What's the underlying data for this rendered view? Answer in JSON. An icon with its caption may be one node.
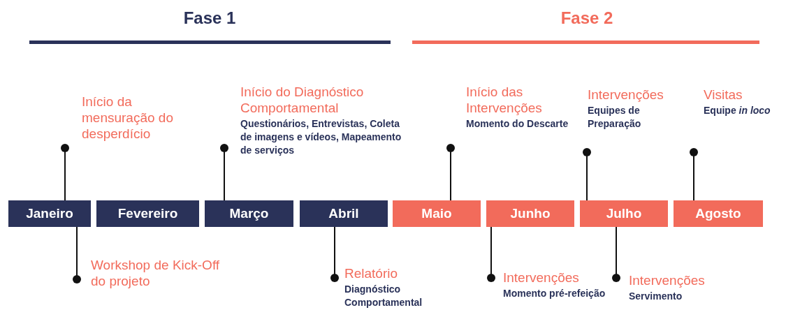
{
  "diagram": {
    "nodes": [
      {
        "text": [
          "Janeiro"
        ]
      },
      {
        "text": [
          "Fevereiro"
        ]
      },
      {
        "text": [
          "Março"
        ]
      },
      {
        "text": [
          "Abril"
        ]
      },
      {
        "text": [
          "Maio"
        ]
      },
      {
        "text": [
          "Junho"
        ]
      },
      {
        "text": [
          "Julho"
        ]
      },
      {
        "text": [
          "Agosto"
        ]
      },
      {
        "text": [
          "Início da mensuração do desperdício"
        ]
      },
      {
        "text": [
          "Workshop de Kick-Off do projeto"
        ]
      },
      {
        "text": [
          "Início do Diagnóstico Comportamental",
          "Questionários, Entrevistas, Coleta de imagens e vídeos, Mapeamento de serviços"
        ]
      },
      {
        "text": [
          "Relatório",
          "Diagnóstico Comportamental"
        ]
      },
      {
        "text": [
          "Início das Intervenções",
          "Momento do Descarte"
        ]
      },
      {
        "text": [
          "Intervenções",
          "Momento pré-refeição"
        ]
      },
      {
        "text": [
          "Intervenções",
          "Equipes de Preparação"
        ]
      },
      {
        "text": [
          "Intervenções",
          "Servimento"
        ]
      },
      {
        "text": [
          "Visitas",
          "Equipe *in loco*"
        ]
      }
    ],
    "edges": [
      {
        "from": 0,
        "to": 8,
        "arrow": "other"
      },
      {
        "from": 0,
        "to": 9,
        "arrow": "other"
      },
      {
        "from": 2,
        "to": 10,
        "arrow": "other"
      },
      {
        "from": 3,
        "to": 11,
        "arrow": "other"
      },
      {
        "from": 4,
        "to": 12,
        "arrow": "other"
      },
      {
        "from": 5,
        "to": 13,
        "arrow": "other"
      },
      {
        "from": 6,
        "to": 14,
        "arrow": "other"
      },
      {
        "from": 6,
        "to": 15,
        "arrow": "other"
      },
      {
        "from": 7,
        "to": 16,
        "arrow": "other"
      }
    ],
    "labels": [
      "Fase 1",
      "Fase 2"
    ]
  }
}
